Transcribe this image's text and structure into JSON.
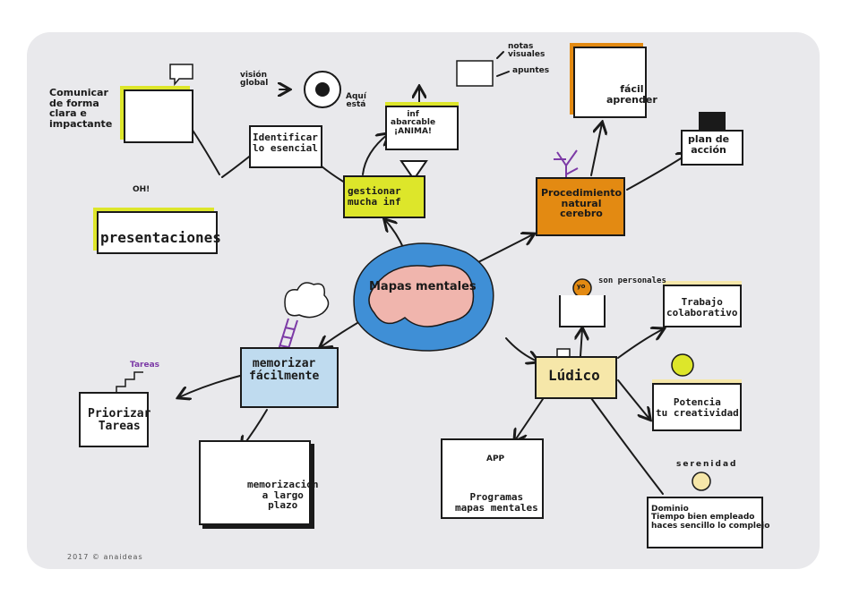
{
  "center": {
    "label": "Mapas mentales"
  },
  "nodes": {
    "comunicar": "Comunicar\nde forma\nclara e\nimpactante",
    "presentaciones": "presentaciones",
    "oh": "OH!",
    "vision": "visión\nglobal",
    "aqui": "Aquí\nestá",
    "identificar": "Identificar\nlo esencial",
    "gestionar": "gestionar\nmucha inf",
    "inf_abarcable": "inf\nabarcable\n¡ANIMA!",
    "notas": "notas\nvisuales",
    "apuntes": "apuntes",
    "procedimiento": "Procedimiento\nnatural\ncerebro",
    "facil": "fácil\naprender",
    "plan": "plan de\nacción",
    "memorizar": "memorizar\nfácilmente",
    "priorizar": "Priorizar\nTareas",
    "tareas_tag": "Tareas",
    "memorizacion": "memorización\na largo\nplazo",
    "ludico": "Lúdico",
    "son_personales": "son personales",
    "yo": "yo",
    "trabajo": "Trabajo\ncolaborativo",
    "potencia": "Potencia\ntu creatividad",
    "app": "APP",
    "programas": "Programas\nmapas mentales",
    "serenidad": "serenidad",
    "dominio": "Dominio\nTiempo bien empleado\nhaces sencillo lo complejo"
  },
  "footer": "2017 © anaideas",
  "colors": {
    "board": "#e9e9ec",
    "center_blue": "#3f8fd6",
    "brain_pink": "#f0b5ad",
    "lime": "#dde62a",
    "orange": "#e38a12",
    "light_blue": "#bfdbef",
    "cream": "#f6e7a9",
    "ink": "#1a1a1a",
    "purple": "#7c3aa6"
  }
}
